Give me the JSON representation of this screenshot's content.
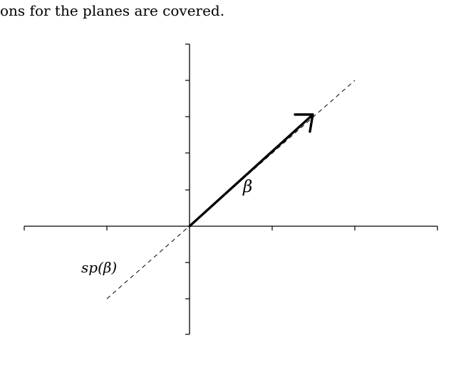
{
  "text": {
    "caption_fragment": "ons for the planes are covered."
  },
  "diagram": {
    "vector_label": "β",
    "span_label": "sp(β)",
    "colors": {
      "axis": "#000000",
      "vector": "#000000",
      "span_line": "#000000"
    }
  }
}
